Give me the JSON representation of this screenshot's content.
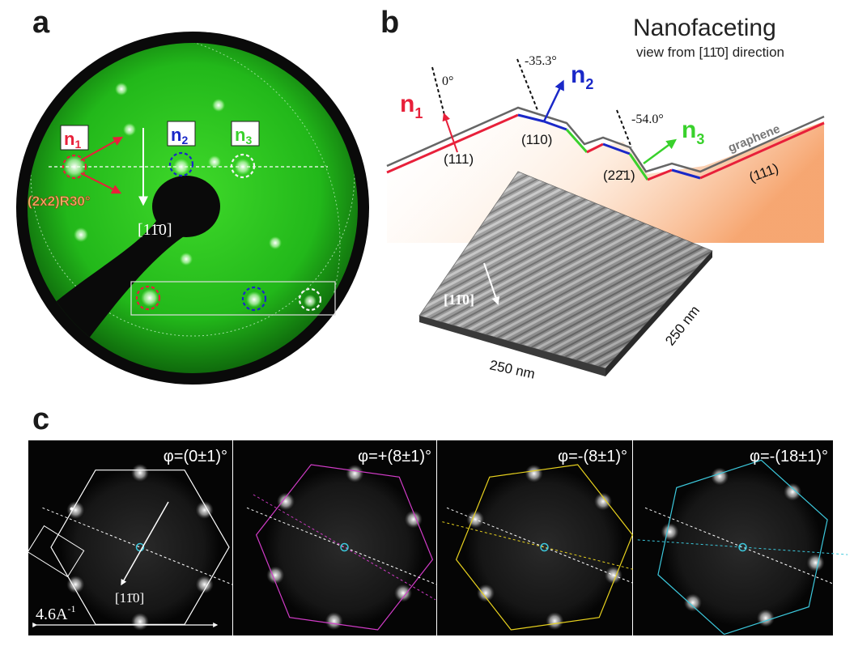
{
  "panel_a": {
    "letter": "a",
    "label_n1_main": "n",
    "label_n1_sub": "1",
    "label_n2_main": "n",
    "label_n2_sub": "2",
    "label_n3_main": "n",
    "label_n3_sub": "3",
    "reconstruction": "(2x2)R30°",
    "direction": "[11̄0]",
    "colors": {
      "green": "#2ec81f",
      "n1": "#e8203a",
      "n2": "#1a28c8",
      "n3": "#39d12c"
    }
  },
  "panel_b": {
    "letter": "b",
    "title": "Nanofaceting",
    "subtitle": "view from [11̄0] direction",
    "n1_main": "n",
    "n1_sub": "1",
    "n2_main": "n",
    "n2_sub": "2",
    "n3_main": "n",
    "n3_sub": "3",
    "angle1": "0°",
    "angle2": "-35.3°",
    "angle3": "-54.0°",
    "facet_111_left": "(111)",
    "facet_110": "(110)",
    "facet_221": "(22̄1)",
    "facet_111_right": "(111)",
    "graphene": "graphene",
    "stm_direction": "[11̄0]",
    "scale_x": "250 nm",
    "scale_y": "250 nm"
  },
  "panel_c": {
    "letter": "c",
    "frames": [
      {
        "phi": "φ=(0±1)°",
        "color": "#ffffff"
      },
      {
        "phi": "φ=+(8±1)°",
        "color": "#d23cc8"
      },
      {
        "phi": "φ=-(8±1)°",
        "color": "#e8d21e"
      },
      {
        "phi": "φ=-(18±1)°",
        "color": "#3cc8dc"
      }
    ],
    "scale": "4.6A",
    "scale_sup": "-1",
    "direction": "[11̄0]"
  }
}
